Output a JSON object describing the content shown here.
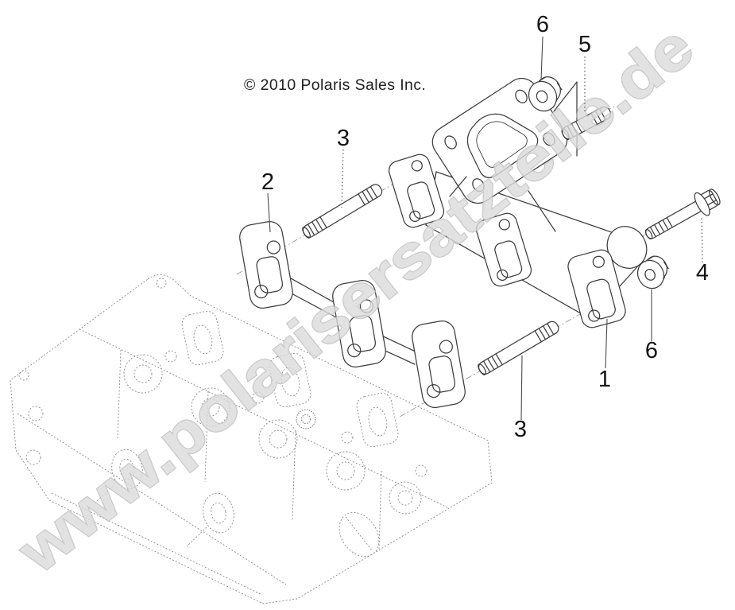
{
  "page": {
    "background_color": "#ffffff"
  },
  "copyright_notice": "© 2010 Polaris Sales Inc.",
  "watermark": {
    "text": "www.polarisersatzteile.de",
    "fill_color": "#dcdcdc",
    "outline_color": "#bfbfbf"
  },
  "diagram": {
    "callouts": [
      {
        "label": "6"
      },
      {
        "label": "5"
      },
      {
        "label": "3"
      },
      {
        "label": "2"
      },
      {
        "label": "4"
      },
      {
        "label": "6"
      },
      {
        "label": "1"
      },
      {
        "label": "3"
      }
    ],
    "colors": {
      "solid_line": "#3d3d3d",
      "phantom_line": "#8a8a8a",
      "callout_text": "#141414"
    }
  }
}
